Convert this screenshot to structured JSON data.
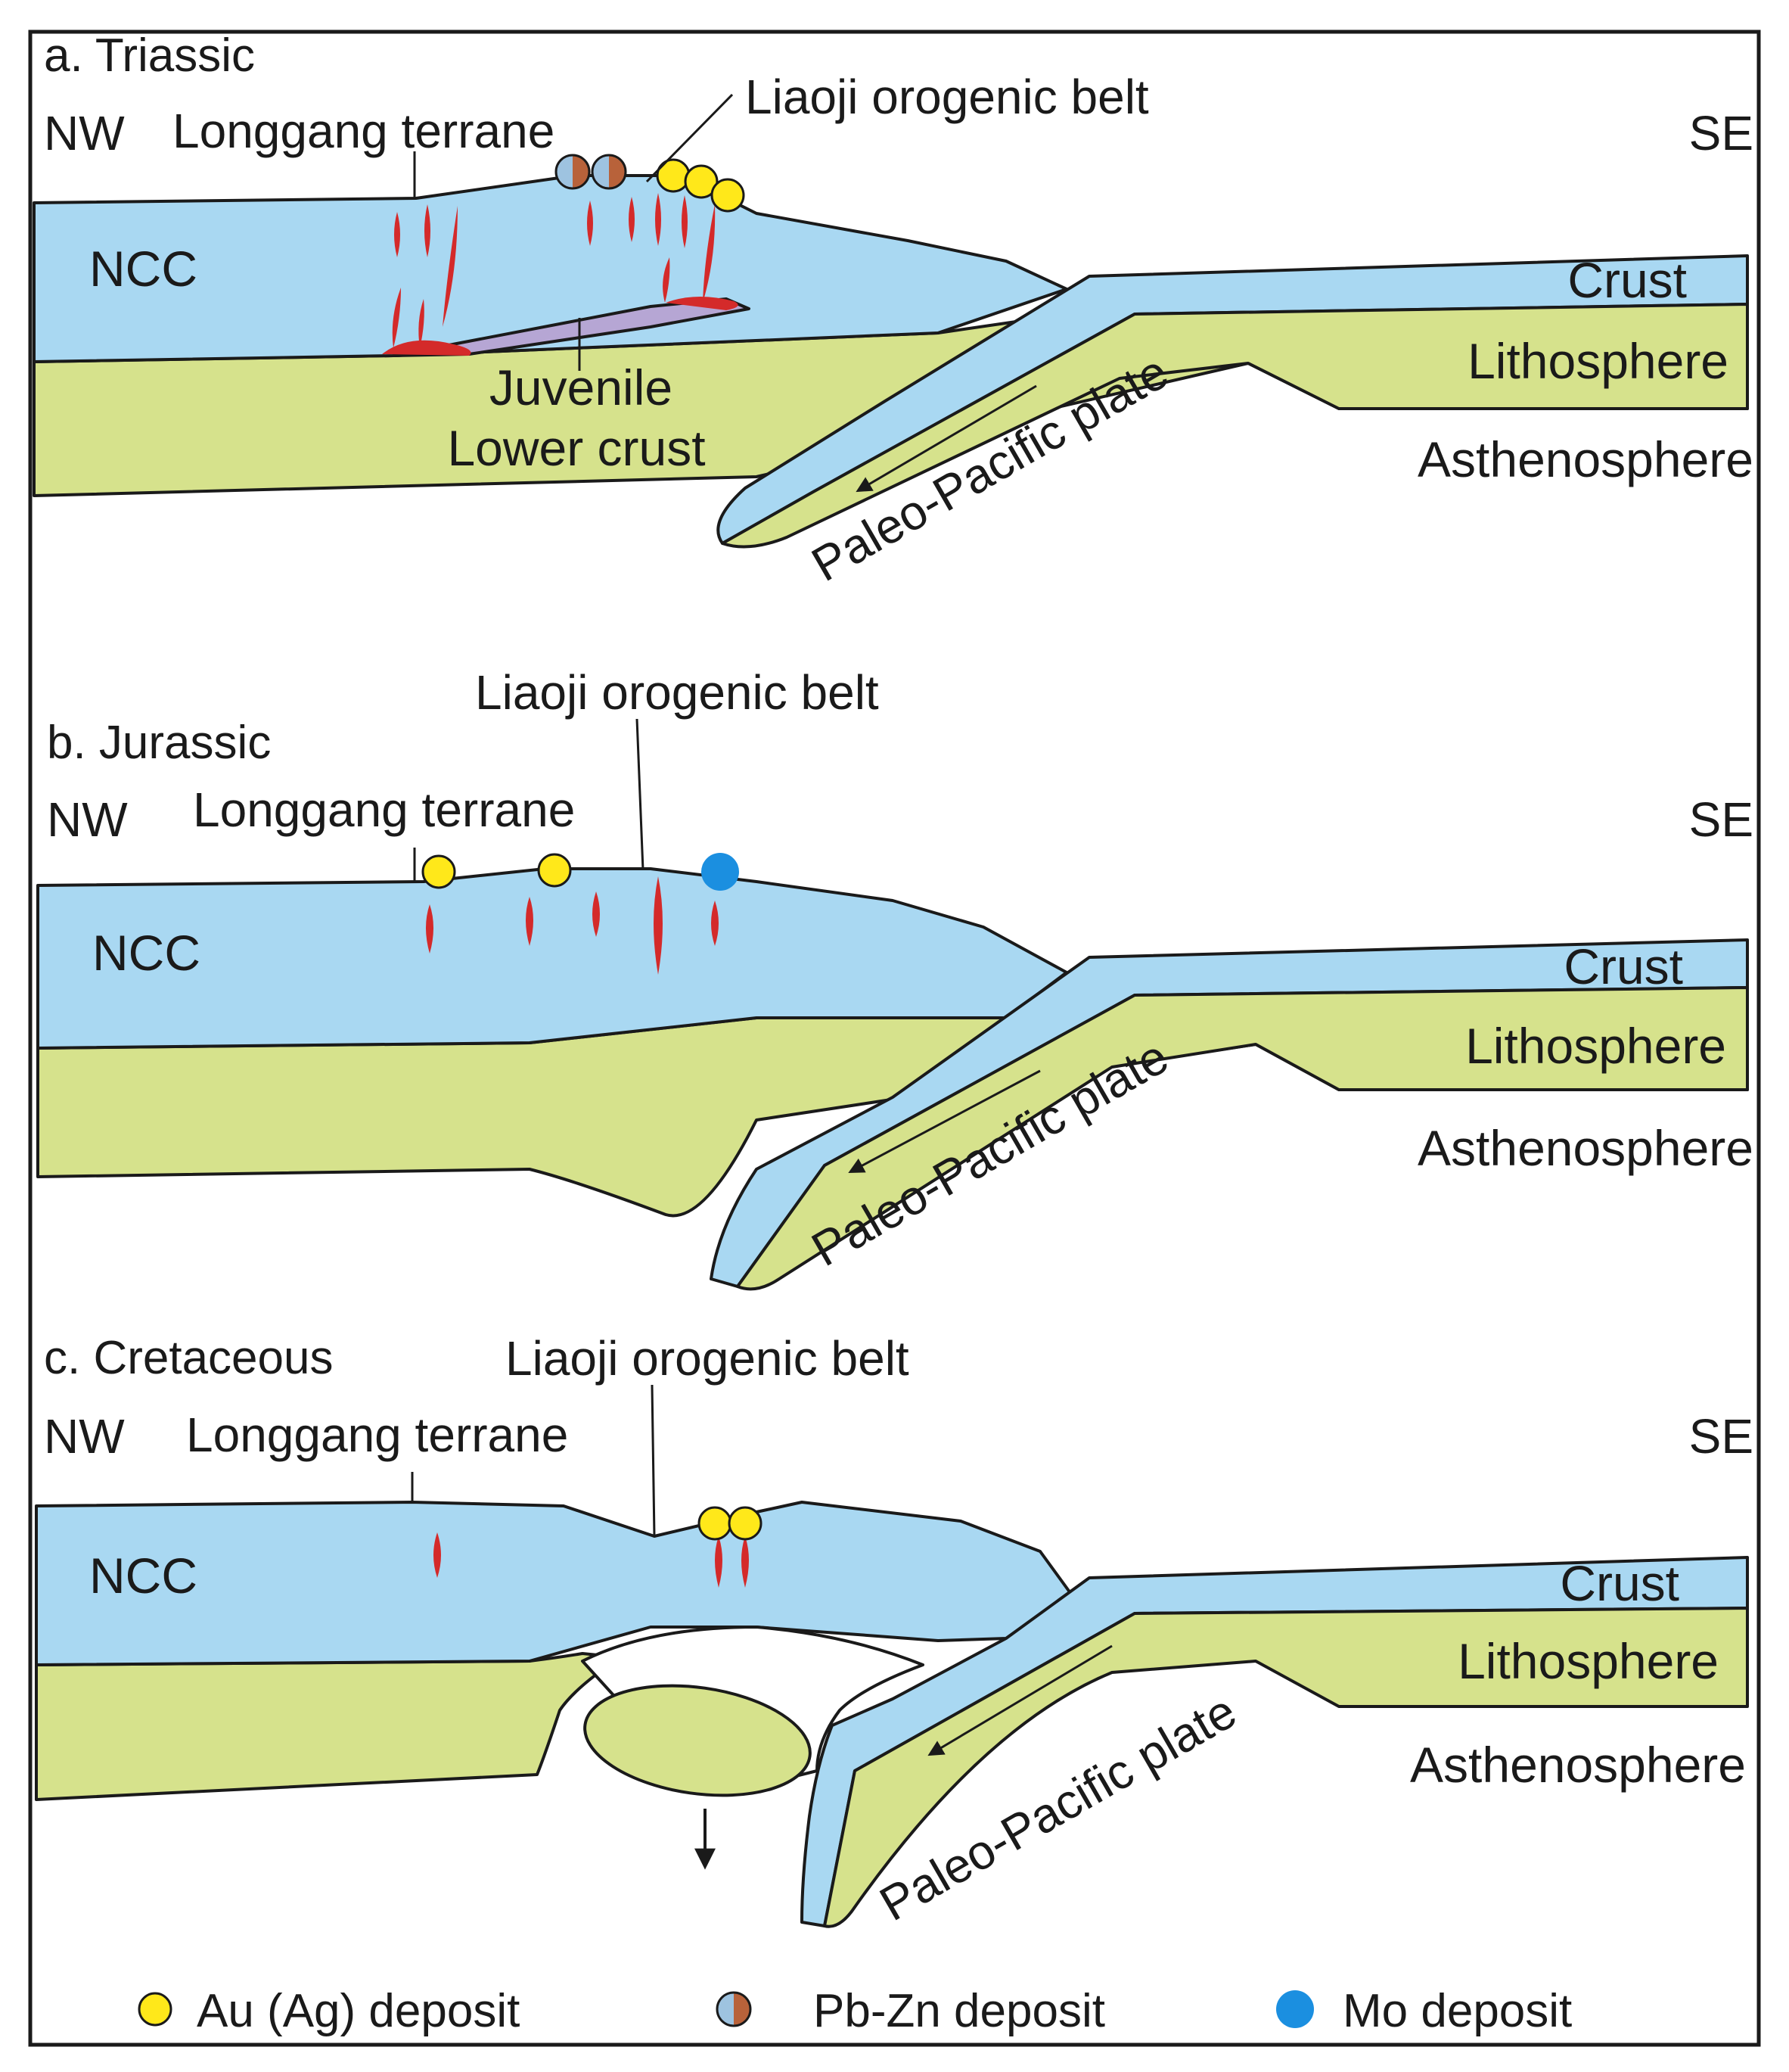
{
  "colors": {
    "crust": "#a9d8f2",
    "lithosphere": "#d6e28c",
    "intrusion": "#d42a2a",
    "juvenile_crust": "#b6a6d4",
    "au_deposit": "#ffe81a",
    "pbzn_left": "#9ec3e0",
    "pbzn_right": "#b8623a",
    "mo_deposit": "#1b8fe0"
  },
  "panels": [
    {
      "title": "a. Triassic",
      "nw": "NW",
      "se": "SE",
      "terrane": "Longgang terrane",
      "belt": "Liaoji orogenic belt",
      "ncc": "NCC",
      "crust": "Crust",
      "lithosphere": "Lithosphere",
      "asthenosphere": "Asthenosphere",
      "plate": "Paleo-Pacific plate",
      "juvenile_1": "Juvenile",
      "juvenile_2": "Lower crust"
    },
    {
      "title": "b. Jurassic",
      "nw": "NW",
      "se": "SE",
      "terrane": "Longgang terrane",
      "belt": "Liaoji orogenic belt",
      "ncc": "NCC",
      "crust": "Crust",
      "lithosphere": "Lithosphere",
      "asthenosphere": "Asthenosphere",
      "plate": "Paleo-Pacific plate"
    },
    {
      "title": "c. Cretaceous",
      "nw": "NW",
      "se": "SE",
      "terrane": "Longgang terrane",
      "belt": "Liaoji orogenic belt",
      "ncc": "NCC",
      "crust": "Crust",
      "lithosphere": "Lithosphere",
      "asthenosphere": "Asthenosphere",
      "plate": "Paleo-Pacific plate"
    }
  ],
  "legend": [
    {
      "icon": "au-deposit-icon",
      "label": "Au (Ag) deposit"
    },
    {
      "icon": "pbzn-deposit-icon",
      "label": "Pb-Zn deposit"
    },
    {
      "icon": "mo-deposit-icon",
      "label": "Mo deposit"
    }
  ]
}
